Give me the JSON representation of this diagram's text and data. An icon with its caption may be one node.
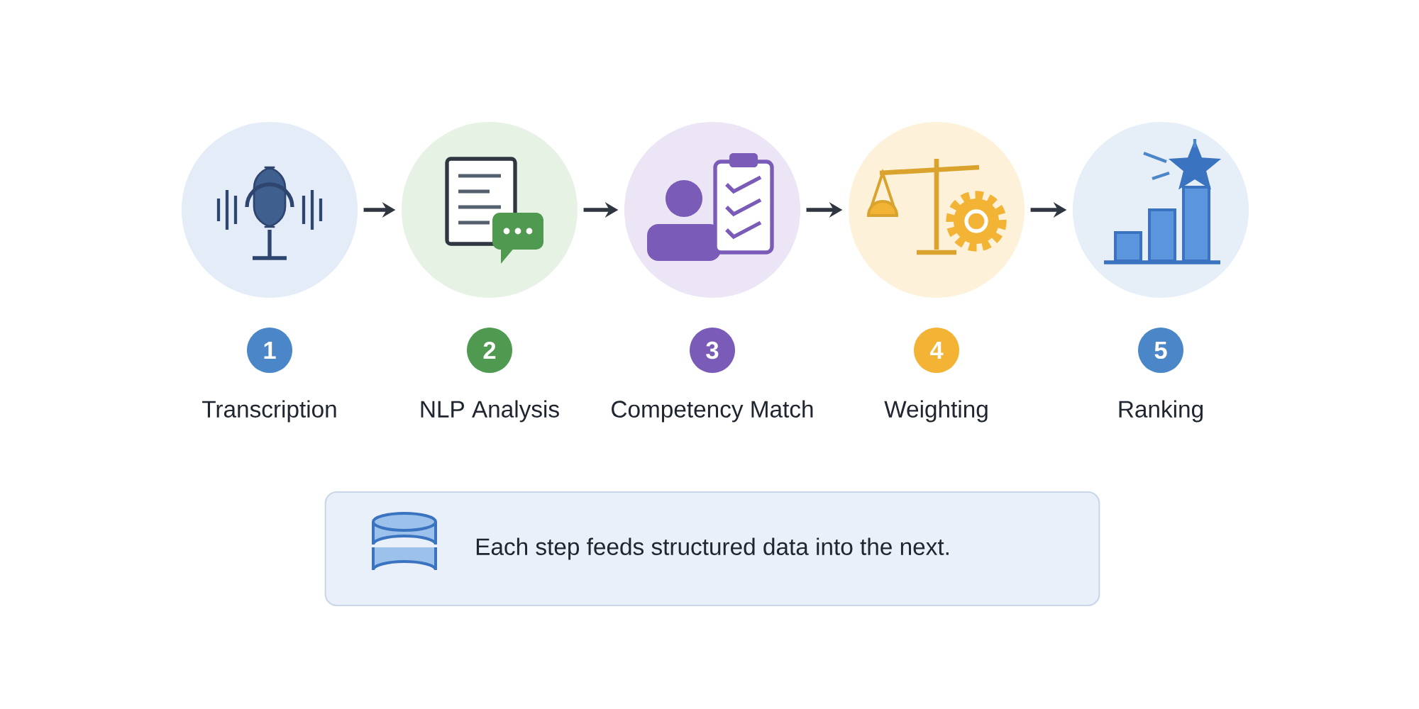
{
  "diagram": {
    "nodes": [
      {
        "text": [
          "1",
          "Transcription"
        ]
      },
      {
        "text": [
          "2",
          "NLP Analysis"
        ]
      },
      {
        "text": [
          "3",
          "Competency Match"
        ]
      },
      {
        "text": [
          "4",
          "Weighting"
        ]
      },
      {
        "text": [
          "5",
          "Ranking"
        ]
      },
      {
        "text": [
          "Each step feeds structured data into the next."
        ]
      }
    ],
    "edges": [
      {
        "from": 0,
        "to": 1,
        "arrow": "to"
      },
      {
        "from": 1,
        "to": 2,
        "arrow": "to"
      },
      {
        "from": 2,
        "to": 3,
        "arrow": "to"
      },
      {
        "from": 3,
        "to": 4,
        "arrow": "to"
      }
    ]
  }
}
